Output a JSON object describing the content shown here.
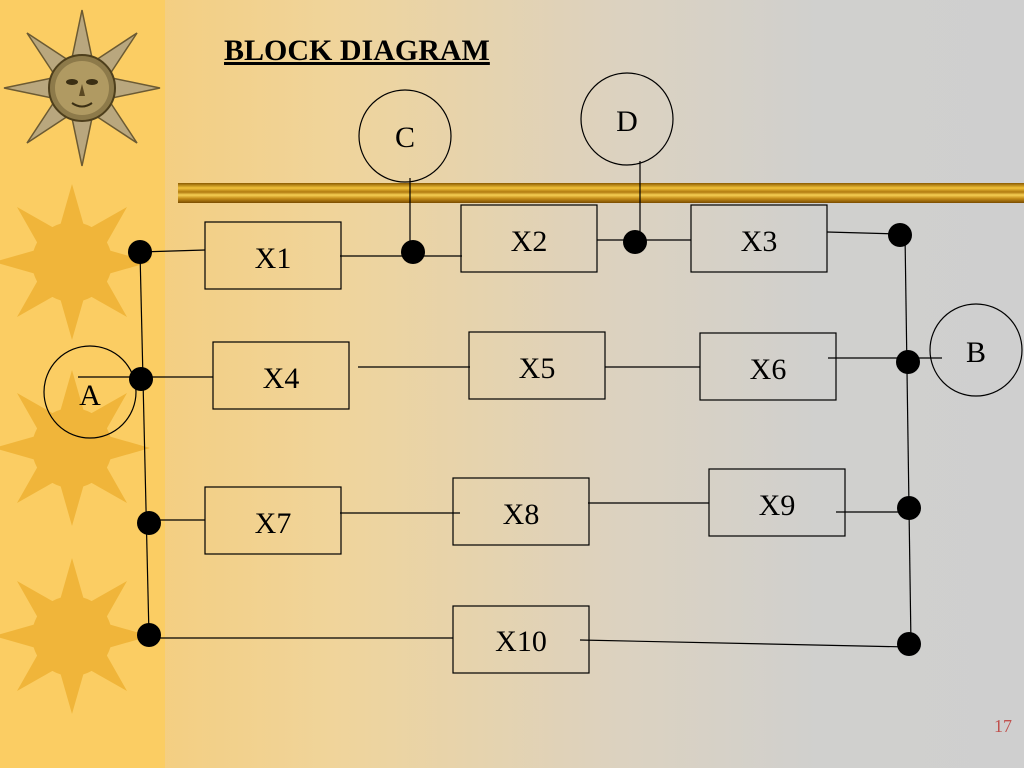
{
  "slide": {
    "title": "BLOCK DIAGRAM",
    "page_number": "17"
  },
  "diagram": {
    "blocks": [
      "X1",
      "X2",
      "X3",
      "X4",
      "X5",
      "X6",
      "X7",
      "X8",
      "X9",
      "X10"
    ],
    "nodes": [
      "A",
      "B",
      "C",
      "D"
    ],
    "paths": [
      [
        "X1",
        "X2",
        "X3"
      ],
      [
        "X4",
        "X5",
        "X6"
      ],
      [
        "X7",
        "X8",
        "X9"
      ],
      [
        "X10"
      ]
    ],
    "input_node": "A",
    "output_node": "B",
    "taps": [
      {
        "node": "C",
        "between": [
          "X1",
          "X2"
        ]
      },
      {
        "node": "D",
        "between": [
          "X2",
          "X3"
        ]
      }
    ]
  },
  "colors": {
    "sidebar": "#fbcd63",
    "sun": "#f0b53a",
    "page_number": "#c0504d",
    "gold_bar": "#d9a52a"
  },
  "icons": [
    "sun-face-icon",
    "sun-icon"
  ]
}
